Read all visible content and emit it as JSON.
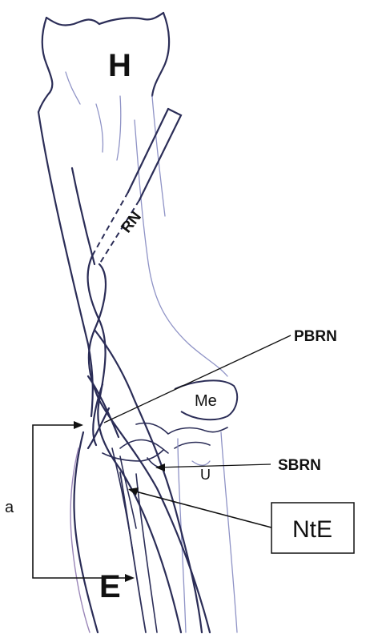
{
  "labels": {
    "humerus": "H",
    "radial_nerve": "RN",
    "posterior_branch": "PBRN",
    "medial_epicondyle": "Me",
    "superficial_branch": "SBRN",
    "ulna": "U",
    "bracket": "a",
    "epicondyle": "E",
    "nerve_to_extensor": "NtE"
  },
  "colors": {
    "outline": "#2b2d57",
    "bone_contour": "#8f93c6",
    "forearm_shadow": "#9a86b8",
    "text": "#111111",
    "background": "#ffffff"
  }
}
